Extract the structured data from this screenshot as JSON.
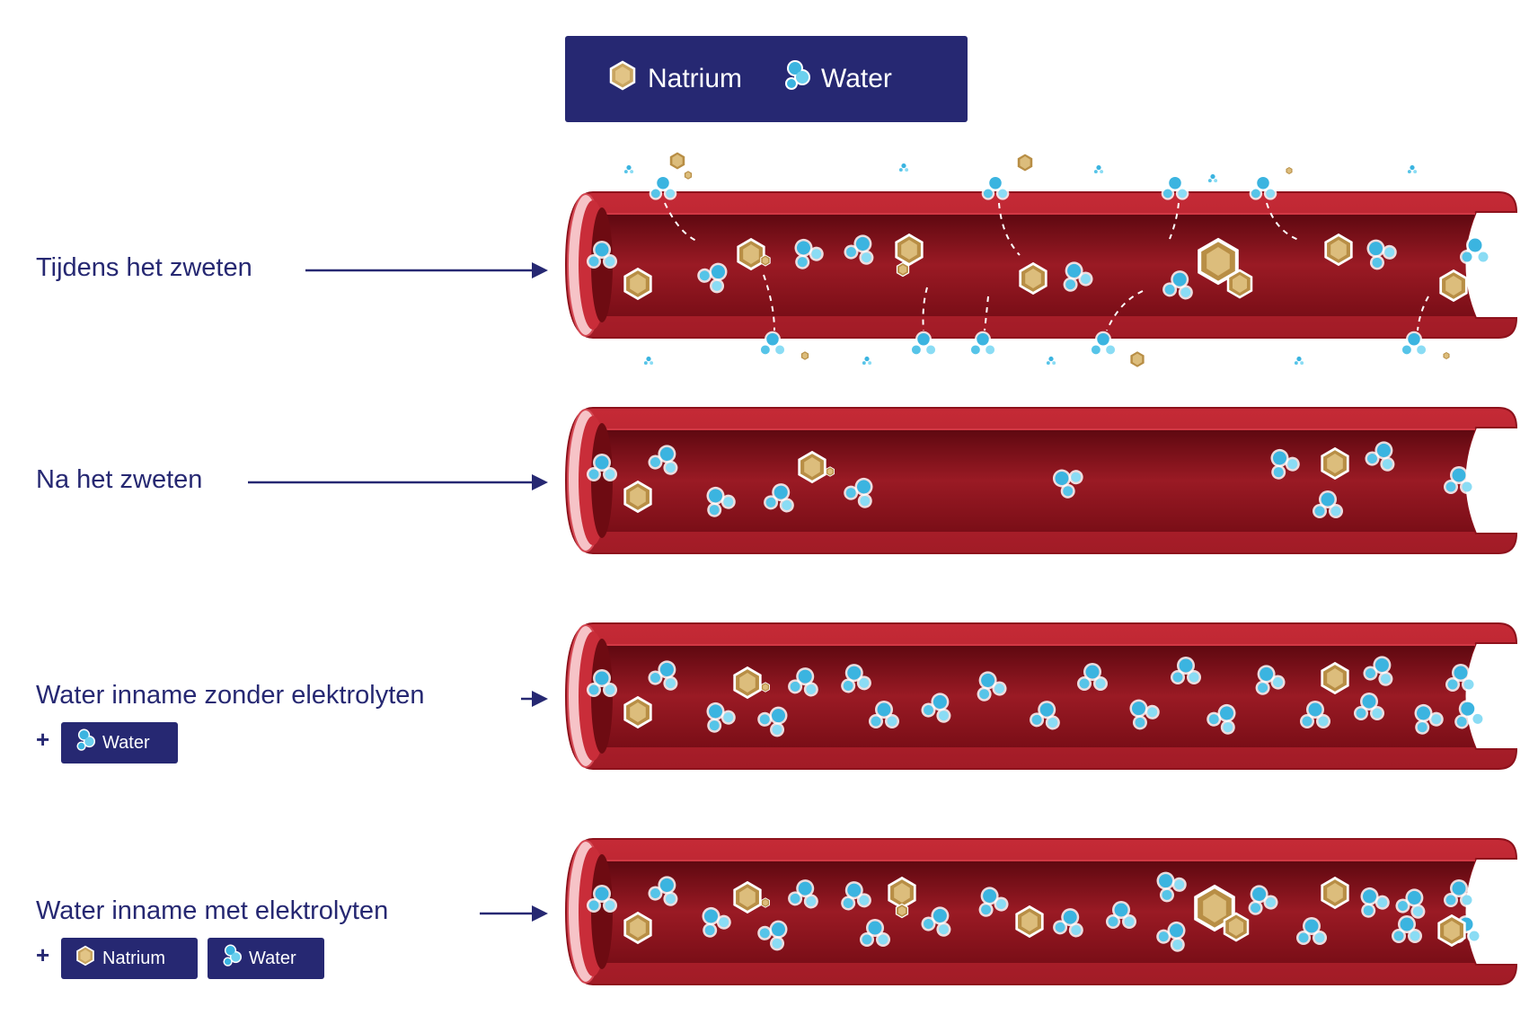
{
  "legend": {
    "natrium_label": "Natrium",
    "water_label": "Water"
  },
  "rows": [
    {
      "label": "Tijdens het zweten"
    },
    {
      "label": "Na het zweten"
    },
    {
      "label": "Water inname zonder elektrolyten",
      "plus": "+",
      "tags": [
        {
          "icon": "water-molecule-icon",
          "label": "Water"
        }
      ]
    },
    {
      "label": "Water inname met elektrolyten",
      "plus": "+",
      "tags": [
        {
          "icon": "sodium-hexagon-icon",
          "label": "Natrium"
        },
        {
          "icon": "water-molecule-icon",
          "label": "Water"
        }
      ]
    }
  ],
  "colors": {
    "navy": "#262872",
    "vessel_red": "#b21f2b",
    "vessel_dark": "#6e0b12",
    "vessel_pink": "#f1a1a7",
    "sodium_gold": "#c9a560",
    "water_blue": "#3bb4e0"
  }
}
